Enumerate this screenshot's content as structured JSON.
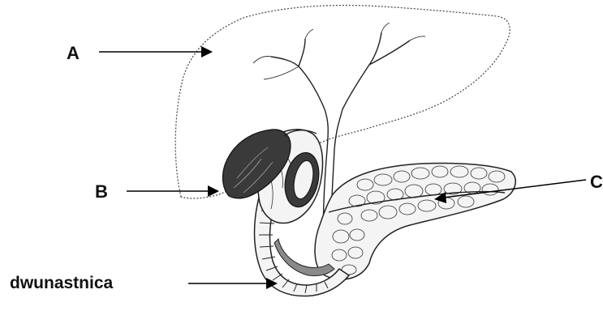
{
  "labels": {
    "a": "A",
    "b": "B",
    "c": "C",
    "duodenum": "dwunastnica"
  }
}
